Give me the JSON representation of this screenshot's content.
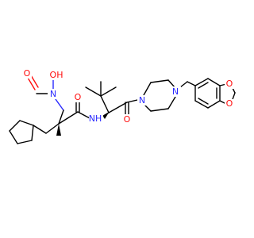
{
  "atoms": {
    "formyl_o": "O",
    "n_hydroxy_n": "N",
    "hydroxy": "OH",
    "amide1_o": "O",
    "amide_nh": "NH",
    "amide2_o": "O",
    "piperazine_n1": "N",
    "piperazine_n4": "N",
    "dioxole_o1": "O",
    "dioxole_o2": "O"
  },
  "colors": {
    "bond": "#000000",
    "oxygen": "#ff0d0d",
    "nitrogen": "#2a2aff",
    "background": "#ffffff"
  }
}
